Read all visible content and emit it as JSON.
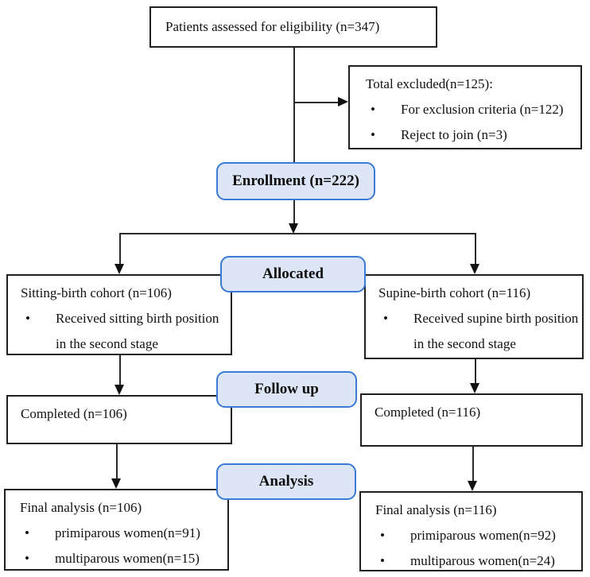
{
  "flow": {
    "bullet_char": "•",
    "eligibility": {
      "text": "Patients assessed for eligibility (n=347)"
    },
    "excluded": {
      "title": "Total excluded(n=125):",
      "bullets": [
        "For exclusion criteria (n=122)",
        "Reject to join (n=3)"
      ]
    },
    "stages": {
      "enrollment": "Enrollment (n=222)",
      "allocated": "Allocated",
      "followup": "Follow up",
      "analysis": "Analysis"
    },
    "left_arm": {
      "cohort": {
        "title": "Sitting-birth cohort (n=106)",
        "bullets": [
          "Received sitting birth position in the second stage"
        ]
      },
      "completed": {
        "text": "Completed (n=106)"
      },
      "final": {
        "title": "Final analysis (n=106)",
        "bullets": [
          "primiparous women(n=91)",
          "multiparous women(n=15)"
        ]
      }
    },
    "right_arm": {
      "cohort": {
        "title": "Supine-birth cohort (n=116)",
        "bullets": [
          "Received supine birth position in the second stage"
        ]
      },
      "completed": {
        "text": "Completed (n=116)"
      },
      "final": {
        "title": "Final analysis (n=116)",
        "bullets": [
          "primiparous women(n=92)",
          "multiparous women(n=24)"
        ]
      }
    },
    "colors": {
      "stage_fill": "#dce6f6",
      "stage_border": "#3b7ad5",
      "box_border": "#1f1f1f",
      "line": "#2b2b2b",
      "background": "#ffffff"
    }
  }
}
